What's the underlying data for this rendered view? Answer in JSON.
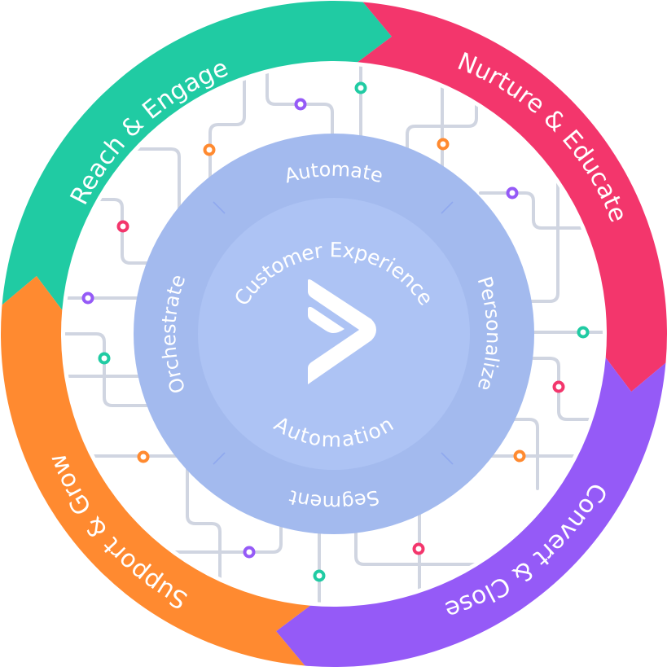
{
  "diagram": {
    "title": "Customer Experience Automation",
    "outer_ring": {
      "segments": [
        {
          "id": "reach",
          "label": "Reach & Engage",
          "color": "#20cba3"
        },
        {
          "id": "nurture",
          "label": "Nurture & Educate",
          "color": "#f3366c"
        },
        {
          "id": "convert",
          "label": "Convert & Close",
          "color": "#955af7"
        },
        {
          "id": "support",
          "label": "Support & Grow",
          "color": "#ff8a30"
        }
      ],
      "flow_direction": "clockwise"
    },
    "middle_ring": {
      "color": "#a3baee",
      "labels": [
        "Automate",
        "Personalize",
        "Segment",
        "Orchestrate"
      ]
    },
    "core": {
      "color": "#adc3f4",
      "top_label": "Customer Experience",
      "bottom_label": "Automation",
      "logo": "chevron-arrow-logo"
    },
    "circuit": {
      "trace_color": "#d0d5e1",
      "node_colors": {
        "green": "#20cba3",
        "pink": "#f3366c",
        "purple": "#955af7",
        "orange": "#ff8a30"
      }
    }
  }
}
